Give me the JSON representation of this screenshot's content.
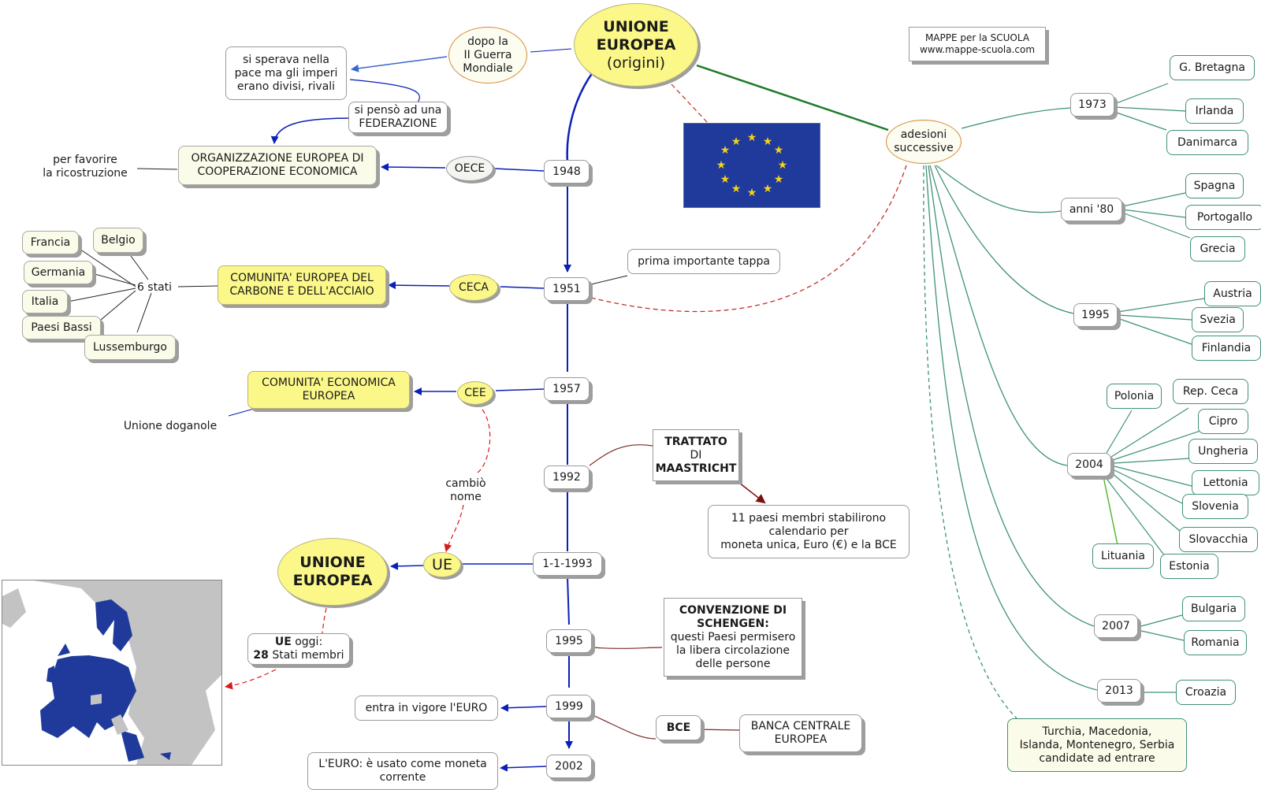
{
  "nodes": {
    "title_1": "UNIONE",
    "title_2": "EUROPEA",
    "title_3": "(origini)",
    "credit_1": "MAPPE per la SCUOLA",
    "credit_2": "www.mappe-scuola.com",
    "dopo": "dopo la\nII Guerra\nMondiale",
    "pace": "si sperava nella\npace ma gli imperi\nerano divisi, rivali",
    "federazione": "si pensò ad una\nFEDERAZIONE",
    "favorire": "per favorire\nla ricostruzione",
    "oece_full": "ORGANIZZAZIONE EUROPEA DI\nCOOPERAZIONE ECONOMICA",
    "oece": "OECE",
    "y1948": "1948",
    "francia": "Francia",
    "belgio": "Belgio",
    "germania": "Germania",
    "italia": "Italia",
    "paesi_bassi": "Paesi Bassi",
    "lussemburgo": "Lussemburgo",
    "sei_stati": "6 stati",
    "ceca_full": "COMUNITA' EUROPEA DEL\nCARBONE E DELL'ACCIAIO",
    "ceca": "CECA",
    "y1951": "1951",
    "prima_tappa": "prima importante tappa",
    "cee_full": "COMUNITA' ECONOMICA\nEUROPEA",
    "cee": "CEE",
    "y1957": "1957",
    "doganale": "Unione doganole",
    "cambio": "cambiò\nnome",
    "y1992": "1992",
    "trattato_1": "TRATTATO",
    "trattato_2": "DI",
    "trattato_3": "MAASTRICHT",
    "undici": "11 paesi membri stabilirono\ncalendario per\nmoneta unica, Euro (€) e la BCE",
    "ue_big": "UNIONE\nEUROPEA",
    "ue": "UE",
    "y1993": "1-1-1993",
    "oggi_1": "UE",
    "oggi_2": " oggi:",
    "oggi_3": "28",
    "oggi_4": " Stati membri",
    "schengen_title": "CONVENZIONE DI\nSCHENGEN:",
    "schengen_text": "questi Paesi permisero\nla libera circolazione\ndelle persone",
    "y1995": "1995",
    "euro_vigore": "entra in vigore l'EURO",
    "y1999": "1999",
    "bce": "BCE",
    "bce_full": "BANCA CENTRALE\nEUROPEA",
    "euro_usato": "L'EURO: è usato come moneta\ncorrente",
    "y2002": "2002",
    "adesioni": "adesioni\nsuccessive",
    "a1973": "1973",
    "gbretagna": "G. Bretagna",
    "irlanda": "Irlanda",
    "danimarca": "Danimarca",
    "a80": "anni '80",
    "spagna": "Spagna",
    "portogallo": "Portogallo",
    "grecia": "Grecia",
    "a1995": "1995",
    "austria": "Austria",
    "svezia": "Svezia",
    "finlandia": "Finlandia",
    "a2004": "2004",
    "polonia": "Polonia",
    "repceca": "Rep. Ceca",
    "cipro": "Cipro",
    "ungheria": "Ungheria",
    "lettonia": "Lettonia",
    "slovenia": "Slovenia",
    "slovacchia": "Slovacchia",
    "lituania": "Lituania",
    "estonia": "Estonia",
    "a2007": "2007",
    "bulgaria": "Bulgaria",
    "romania": "Romania",
    "a2013": "2013",
    "croazia": "Croazia",
    "candidati": "Turchia, Macedonia,\nIslanda, Montenegro, Serbia\ncandidate ad entrare"
  },
  "colors": {
    "timeline_blue": "#0a1fb8",
    "accent_yellow": "#fbf889",
    "adesioni_green": "#3f9274",
    "dashed_red": "#c0302a",
    "brown_link": "#7a2a22",
    "eu_flag_blue": "#1f3a9b",
    "eu_star": "#f5d21a"
  },
  "icons": [
    "eu-flag-icon",
    "europe-map-icon"
  ]
}
